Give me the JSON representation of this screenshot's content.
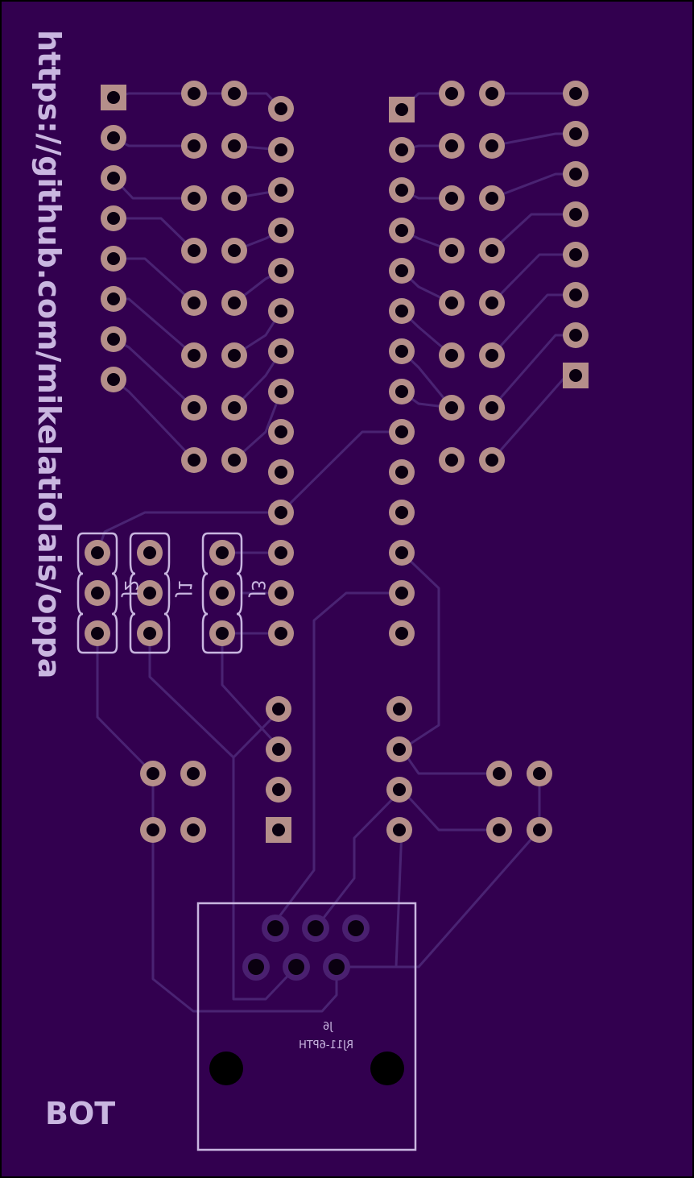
{
  "board": {
    "url_text": "https://github.com/mikelatiolais/oppa",
    "layer_label": "BOT",
    "colors": {
      "substrate": "#32004f",
      "trace": "#4a2373",
      "pad": "#b58f8a",
      "drill": "#0a0010",
      "silkscreen": "#c9b6e0"
    }
  },
  "components": {
    "j2": {
      "ref": "J2"
    },
    "j1": {
      "ref": "J1"
    },
    "j3": {
      "ref": "J3"
    },
    "j6": {
      "ref": "J6",
      "value": "RJ11-6PTH"
    }
  }
}
